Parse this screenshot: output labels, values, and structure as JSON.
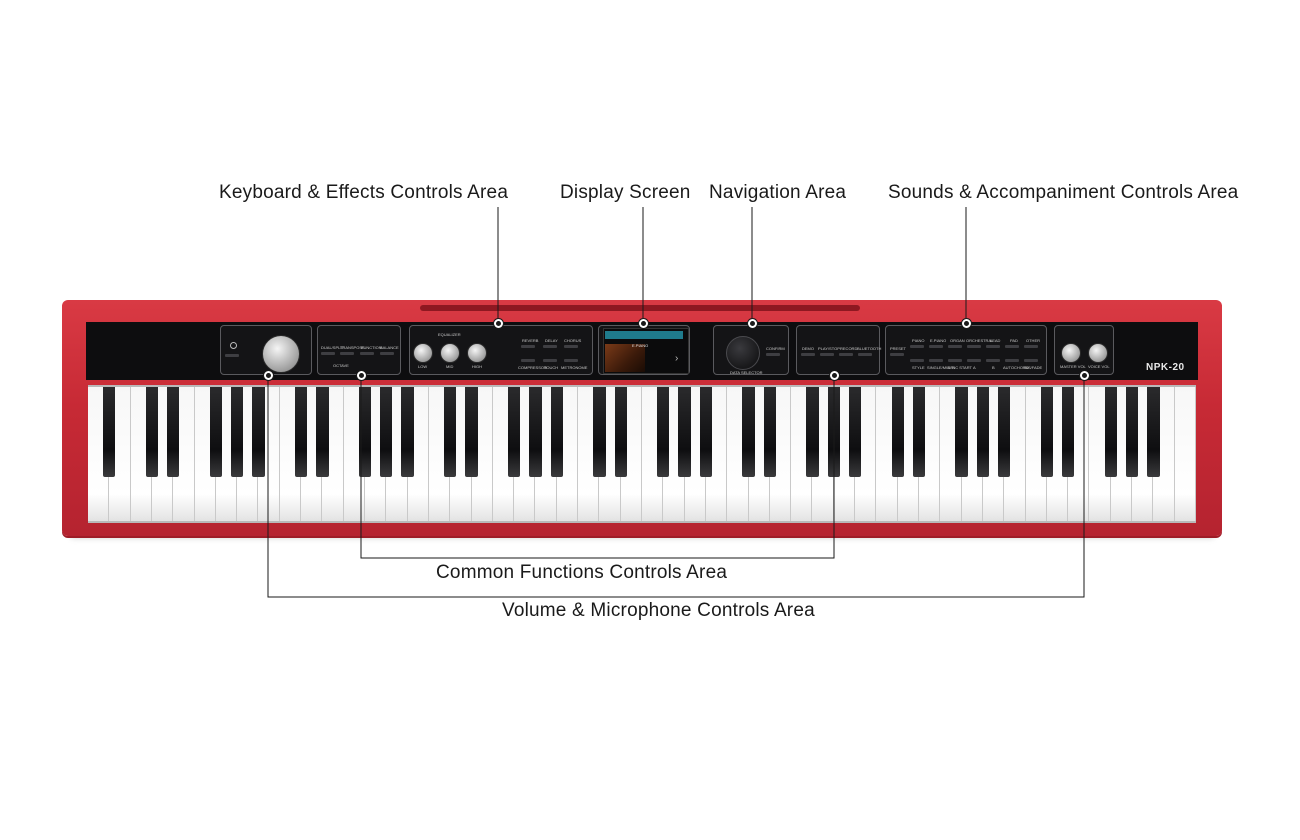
{
  "callouts": {
    "keyboard_effects": "Keyboard & Effects Controls Area",
    "display_screen": "Display Screen",
    "navigation": "Navigation Area",
    "sounds_accompaniment": "Sounds & Accompaniment Controls Area",
    "common_functions": "Common Functions Controls Area",
    "volume_microphone": "Volume & Microphone Controls Area"
  },
  "panel": {
    "brand": "NPK-20",
    "keyboard_buttons": [
      "DUAL/SPLIT",
      "TRANSPOSE",
      "FUNCTION",
      "BALANCE"
    ],
    "octave": "OCTAVE",
    "equalizer": "EQUALIZER",
    "eq_knobs": [
      "LOW",
      "MID",
      "HIGH"
    ],
    "effects_top": [
      "REVERB",
      "DELAY",
      "CHORUS"
    ],
    "effects_bottom": [
      "COMPRESSOR",
      "TOUCH",
      "METRONOME"
    ],
    "screen_text": "E.PIANO",
    "confirm": "CONFIRM",
    "data_selector": "DATA SELECTOR",
    "common_buttons": [
      "DEMO",
      "PLAY/STOP",
      "RECORD",
      "BLUETOOTH"
    ],
    "preset": "PRESET",
    "sounds_top": [
      "PIANO",
      "E.PIANO",
      "ORGAN",
      "ORCHESTRAL",
      "LEAD",
      "PAD",
      "OTHER"
    ],
    "sounds_bottom": [
      "STYLE",
      "SINGLE/MULTI",
      "SYNC START",
      "A",
      "B",
      "AUTOCHORD",
      "INS/FADE"
    ],
    "volume_knobs": [
      "MASTER VOL",
      "VOICE VOL"
    ]
  },
  "colors": {
    "body_red": "#c72a35",
    "panel_black": "#0d0d0f",
    "leader_line": "#1a1a1a"
  }
}
